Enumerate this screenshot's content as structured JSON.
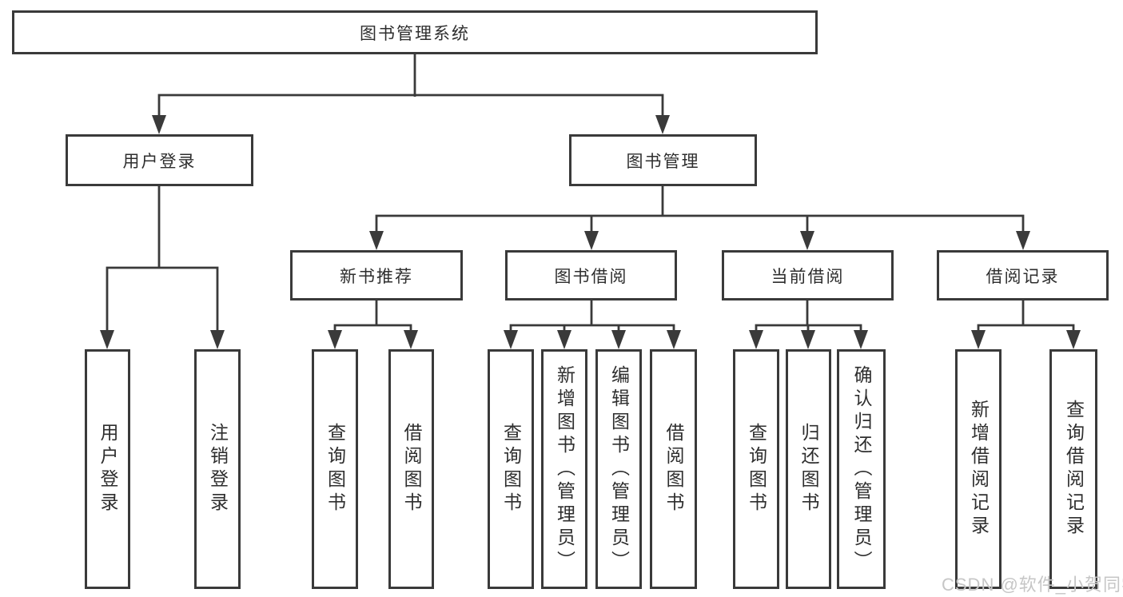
{
  "diagram": {
    "title": "图书管理系统",
    "branches": [
      {
        "label": "用户登录",
        "children": [
          {
            "label": "用户登录"
          },
          {
            "label": "注销登录"
          }
        ]
      },
      {
        "label": "图书管理",
        "children": [
          {
            "label": "新书推荐",
            "children": [
              {
                "label": "查询图书"
              },
              {
                "label": "借阅图书"
              }
            ]
          },
          {
            "label": "图书借阅",
            "children": [
              {
                "label": "查询图书"
              },
              {
                "label": "新增图书（管理员）"
              },
              {
                "label": "编辑图书（管理员）"
              },
              {
                "label": "借阅图书"
              }
            ]
          },
          {
            "label": "当前借阅",
            "children": [
              {
                "label": "查询图书"
              },
              {
                "label": "归还图书"
              },
              {
                "label": "确认归还（管理员）"
              }
            ]
          },
          {
            "label": "借阅记录",
            "children": [
              {
                "label": "新增借阅记录"
              },
              {
                "label": "查询借阅记录"
              }
            ]
          }
        ]
      }
    ]
  },
  "watermark": {
    "text": "CSDN @软件_小贺同学"
  },
  "colors": {
    "line": "#3a3a3a",
    "text": "#2e2e2e",
    "watermark": "#c6c6c6",
    "background": "#ffffff"
  }
}
